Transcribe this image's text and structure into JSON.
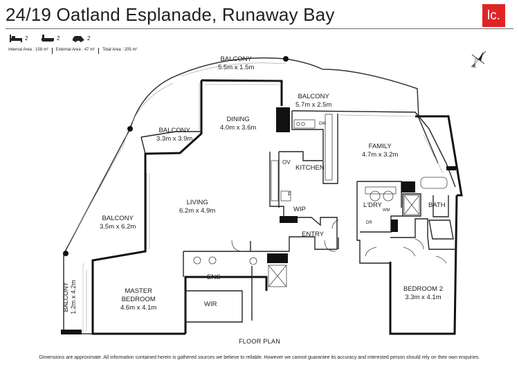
{
  "header": {
    "title": "24/19 Oatland Esplanade, Runaway Bay",
    "logo_text": "lc.",
    "logo_color": "#e02424"
  },
  "features": {
    "bedrooms": "2",
    "bathrooms": "2",
    "car_spaces": "2",
    "bed_icon": "bed-icon",
    "bath_icon": "bath-icon",
    "car_icon": "car-icon"
  },
  "areas": {
    "internal": "Internal Area : 158 m²",
    "external": "External Area : 47 m²",
    "total": "Total Area : 205 m²"
  },
  "compass": {
    "label": "N"
  },
  "rooms": {
    "balcony_top": {
      "name": "BALCONY",
      "dims": "5.5m x 1.5m"
    },
    "balcony_right": {
      "name": "BALCONY",
      "dims": "5.7m x 2.5m"
    },
    "dining": {
      "name": "DINING",
      "dims": "4.0m x 3.6m"
    },
    "balcony_nw": {
      "name": "BALCONY",
      "dims": "3.3m x 3.9m"
    },
    "family": {
      "name": "FAMILY",
      "dims": "4.7m x 3.2m"
    },
    "living": {
      "name": "LIVING",
      "dims": "6.2m x 4.9m"
    },
    "balcony_w": {
      "name": "BALCONY",
      "dims": "3.5m x 6.2m"
    },
    "balcony_sw": {
      "name": "BALCONY",
      "dims": "1.2m x 4.2m"
    },
    "master": {
      "name": "MASTER",
      "name2": "BEDROOM",
      "dims": "4.6m x 4.1m"
    },
    "bedroom2": {
      "name": "BEDROOM 2",
      "dims": "3.3m x 4.1m"
    }
  },
  "labels": {
    "kitchen": "KITCHEN",
    "ov": "OV",
    "dw": "DW",
    "f": "F",
    "wip": "WIP",
    "ldry": "L'DRY",
    "wm": "WM",
    "dr": "DR",
    "bath": "BATH",
    "entry": "ENTRY",
    "ens": "ENS",
    "wir": "WIR"
  },
  "floor_plan_label": "FLOOR PLAN",
  "disclaimer": "Dimensions are approximate. All information contained herein is gathered sources we believe to reliable. However we cannot guarantee its accuracy and interested person should rely on their own enquiries."
}
